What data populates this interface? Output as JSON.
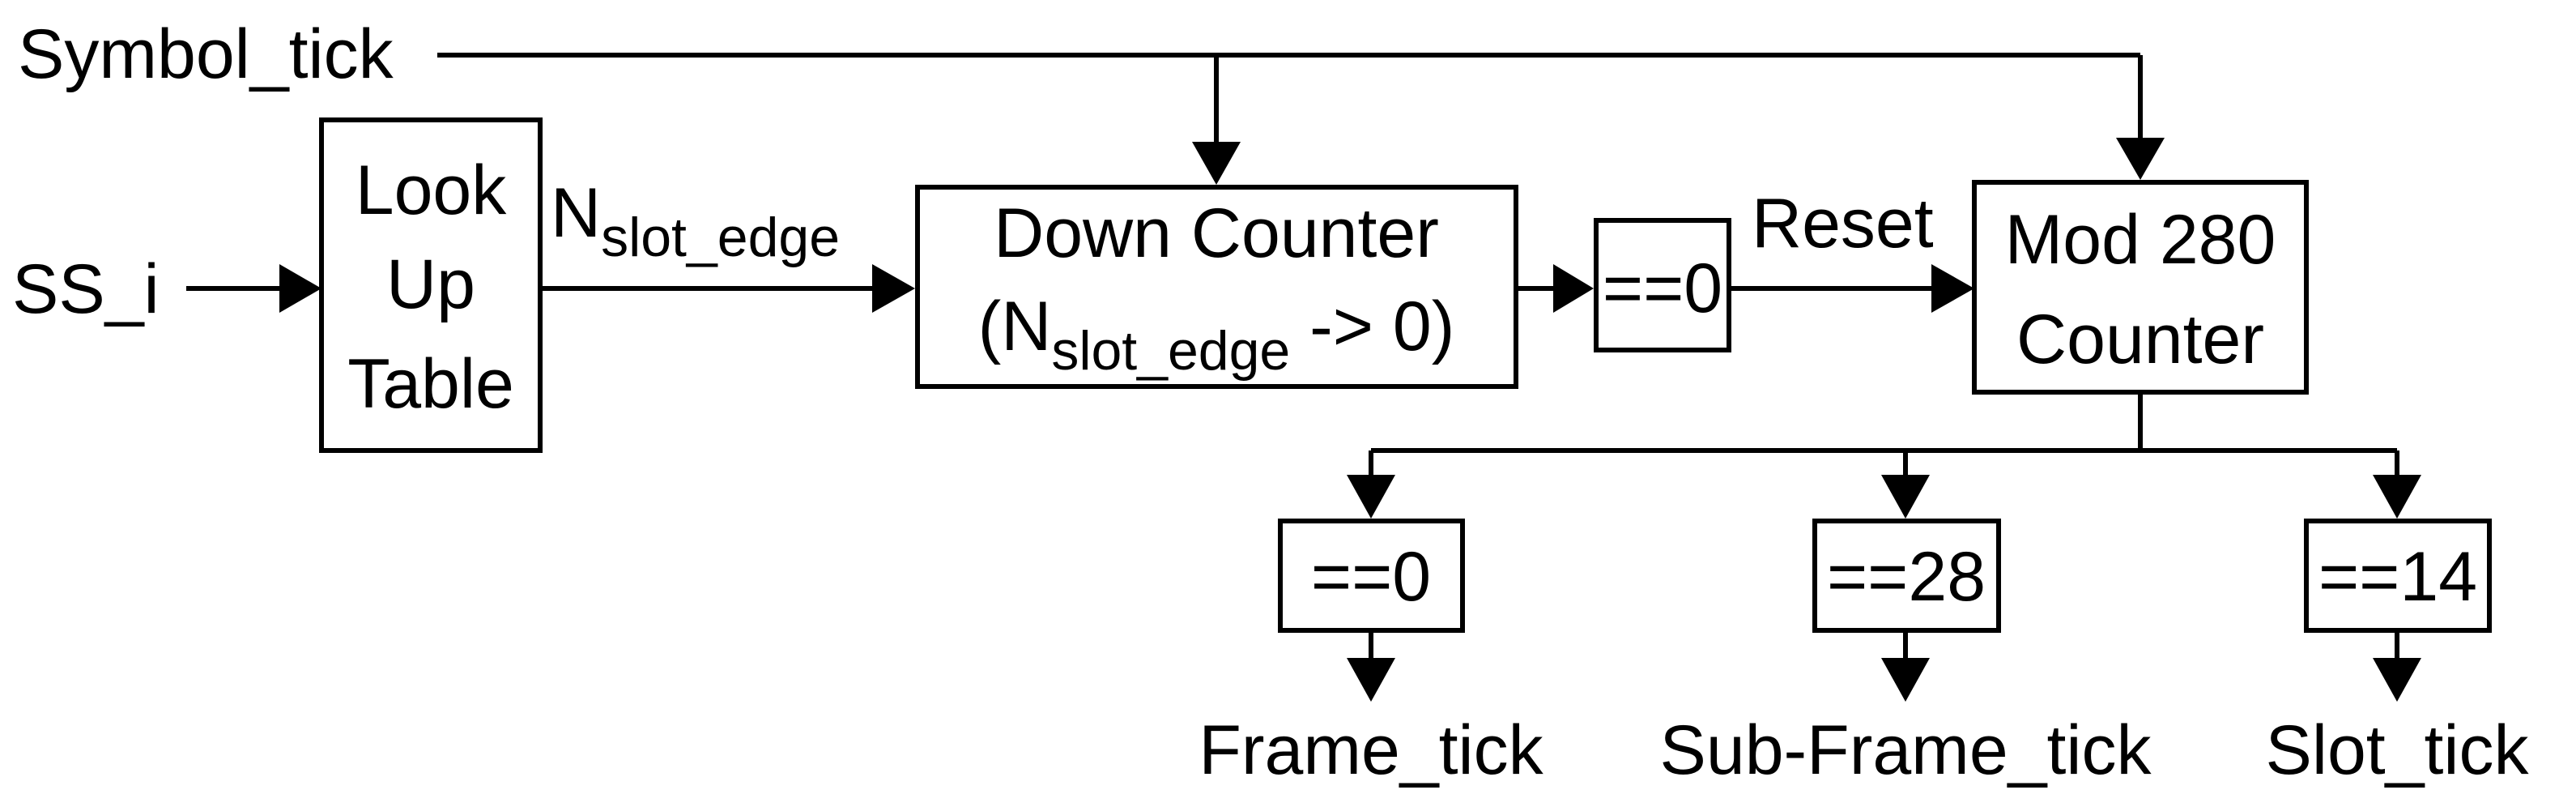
{
  "inputs": {
    "symbol_tick": "Symbol_tick",
    "ss_i": "SS_i"
  },
  "lookup_table": {
    "line1": "Look",
    "line2": "Up",
    "line3": "Table"
  },
  "edge_label": {
    "main": "N",
    "sub": "slot_edge"
  },
  "down_counter": {
    "line1": "Down Counter",
    "line2_open": "(N",
    "line2_sub": "slot_edge",
    "line2_close": " -> 0)"
  },
  "zero_compare": "==0",
  "reset_label": "Reset",
  "mod_counter": {
    "line1": "Mod 280",
    "line2": "Counter"
  },
  "comparators": [
    {
      "label": "==0",
      "output": "Frame_tick"
    },
    {
      "label": "==28",
      "output": "Sub-Frame_tick"
    },
    {
      "label": "==14",
      "output": "Slot_tick"
    }
  ]
}
